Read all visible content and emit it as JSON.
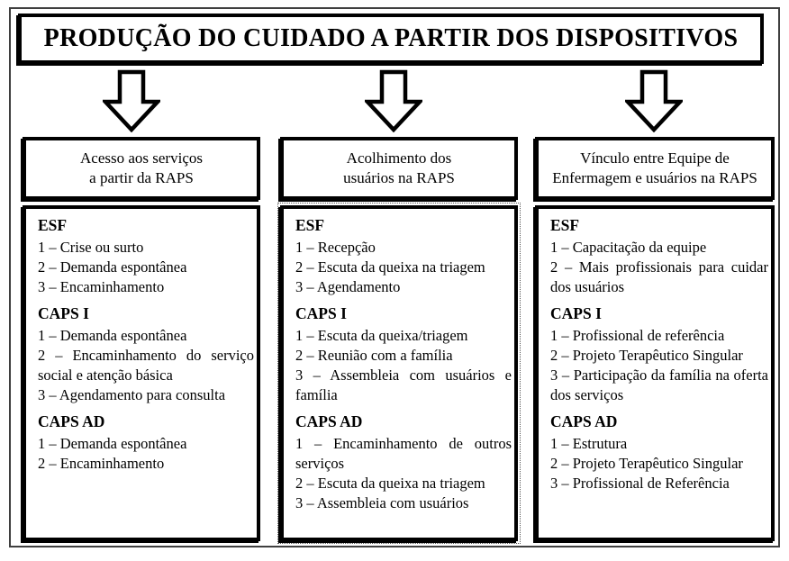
{
  "title": "PRODUÇÃO DO CUIDADO A PARTIR DOS DISPOSITIVOS",
  "colors": {
    "box_border": "#000000",
    "frame_border": "#3f3f3f",
    "background": "#ffffff"
  },
  "columns": [
    {
      "header_lines": [
        "Acesso aos serviços",
        "a partir da RAPS"
      ],
      "sections": [
        {
          "heading": "ESF",
          "items": [
            "1 – Crise ou surto",
            "2 – Demanda espontânea",
            "3 – Encaminhamento"
          ]
        },
        {
          "heading": "CAPS I",
          "items": [
            "1 – Demanda espontânea",
            "2 – Encaminhamento do serviço social e atenção básica",
            "3 – Agendamento para consulta"
          ]
        },
        {
          "heading": "CAPS AD",
          "items": [
            "1 – Demanda espontânea",
            "2 – Encaminhamento"
          ]
        }
      ]
    },
    {
      "header_lines": [
        "Acolhimento dos",
        "usuários na RAPS"
      ],
      "sections": [
        {
          "heading": "ESF",
          "items": [
            "1 – Recepção",
            "2 – Escuta da queixa na triagem",
            "3 – Agendamento"
          ]
        },
        {
          "heading": "CAPS I",
          "items": [
            "1 – Escuta da queixa/triagem",
            "2 – Reunião com a família",
            "3 – Assembleia com usuários e família"
          ]
        },
        {
          "heading": "CAPS AD",
          "items": [
            "1 – Encaminhamento de outros serviços",
            "2 – Escuta da queixa na triagem",
            "3 – Assembleia com usuários"
          ]
        }
      ]
    },
    {
      "header_lines": [
        "Vínculo entre Equipe de",
        "Enfermagem e usuários na RAPS"
      ],
      "sections": [
        {
          "heading": "ESF",
          "items": [
            "1 – Capacitação da equipe",
            "2 – Mais profissionais para cuidar dos usuários"
          ]
        },
        {
          "heading": "CAPS I",
          "items": [
            "1 – Profissional de referência",
            "2 – Projeto Terapêutico Singular",
            "3 – Participação da família na oferta dos serviços"
          ]
        },
        {
          "heading": "CAPS AD",
          "items": [
            "1 – Estrutura",
            "2 – Projeto Terapêutico Singular",
            "3 – Profissional de Referência"
          ]
        }
      ]
    }
  ]
}
